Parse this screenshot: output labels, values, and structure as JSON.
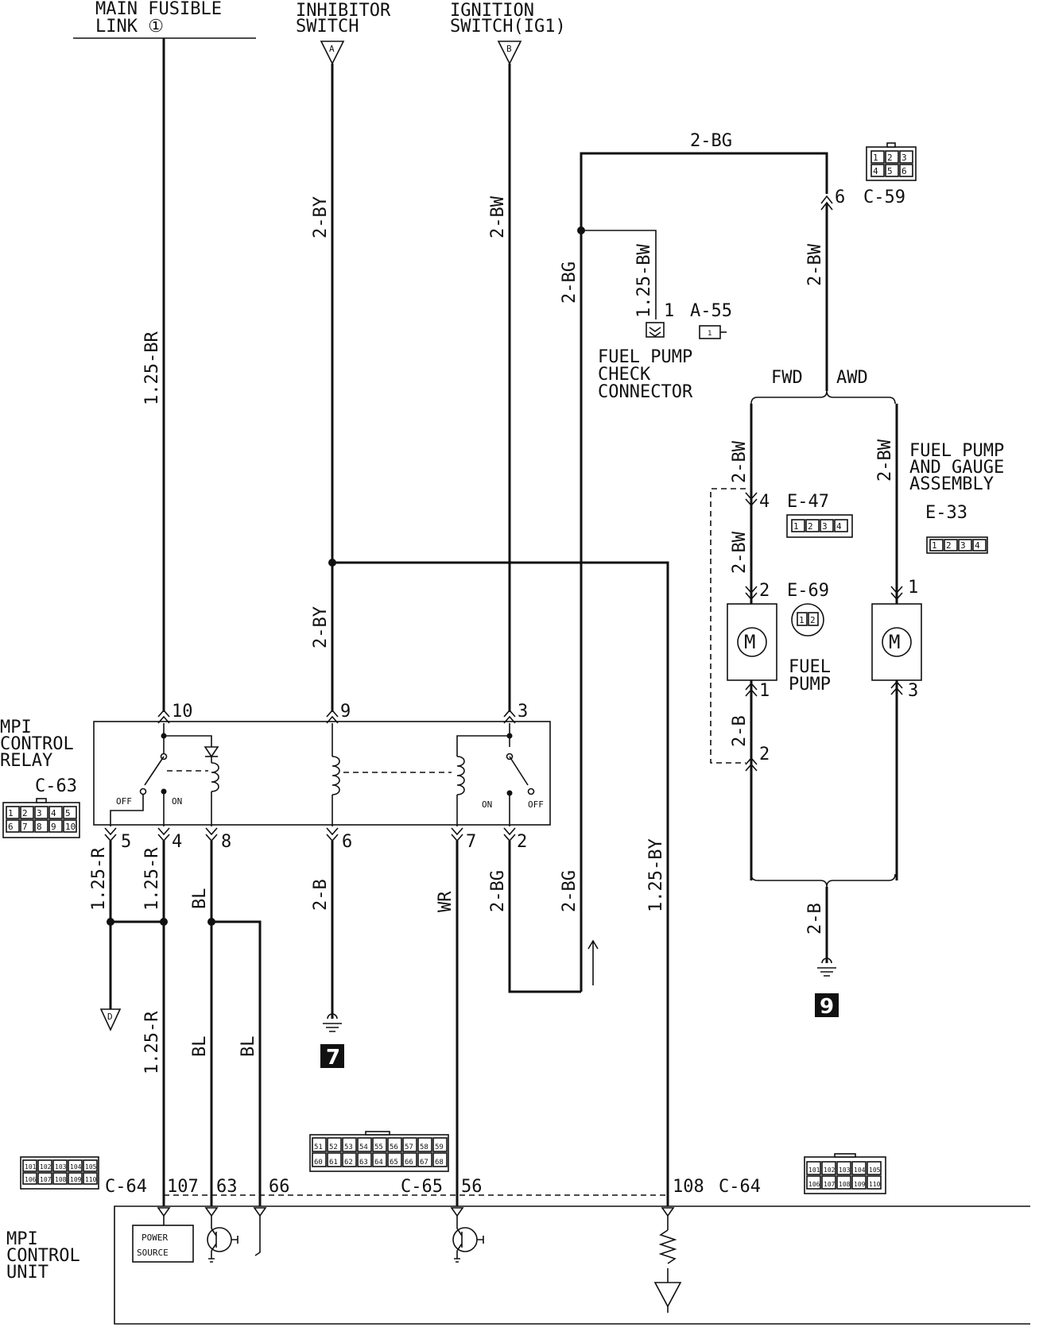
{
  "header": {
    "main_fusible_link": [
      "MAIN FUSIBLE",
      "LINK ①"
    ],
    "inhibitor_switch": [
      "INHIBITOR",
      "SWITCH"
    ],
    "ignition_switch": [
      "IGNITION",
      "SWITCH(IG1)"
    ],
    "terminal_a": "A",
    "terminal_b": "B"
  },
  "wires": {
    "w_125br_a": "1.25-BR",
    "w_2by_a": "2-BY",
    "w_2by_b": "2-BY",
    "w_2bw_ig": "2-BW",
    "w_2bg_top": "2-BG",
    "w_2bg_vert": "2-BG",
    "w_125bw": "1.25-BW",
    "w_2bw_c59": "2-BW",
    "w_2bw_fwd_a": "2-BW",
    "w_2bw_fwd_b": "2-BW",
    "w_2bw_awd": "2-BW",
    "w_2b_fwd": "2-B",
    "w_2b_ground": "2-B",
    "w_125r_5": "1.25-R",
    "w_125r_4": "1.25-R",
    "w_bl_8": "BL",
    "w_2b_6": "2-B",
    "w_wr_7": "WR",
    "w_2bg_2": "2-BG",
    "w_2bg_ret": "2-BG",
    "w_125by": "1.25-BY",
    "w_125r_107": "1.25-R",
    "w_bl_63": "BL",
    "w_bl_66": "BL"
  },
  "connectors": {
    "c59": "C-59",
    "c59_pin": "6",
    "a55": "A-55",
    "a55_pin": "1",
    "e47": "E-47",
    "e47_pin": "4",
    "e69": "E-69",
    "e69_pin": "2",
    "e33": "E-33",
    "fwd_pin_1": "1",
    "fwd_pin_2": "2",
    "awd_pin_1": "1",
    "awd_pin_3": "3",
    "c63": "C-63",
    "c64_left": "C-64",
    "c64_right": "C-64",
    "c65": "C-65"
  },
  "components": {
    "fuel_pump_check_connector": [
      "FUEL PUMP",
      "CHECK",
      "CONNECTOR"
    ],
    "fuel_pump_gauge_assembly": [
      "FUEL PUMP",
      "AND GAUGE",
      "ASSEMBLY"
    ],
    "fuel_pump": [
      "FUEL",
      "PUMP"
    ],
    "fwd": "FWD",
    "awd": "AWD",
    "mpi_control_relay": [
      "MPI",
      "CONTROL",
      "RELAY"
    ],
    "mpi_control_unit": [
      "MPI",
      "CONTROL",
      "UNIT"
    ],
    "power_source": [
      "POWER",
      "SOURCE"
    ],
    "motor_symbol": "M",
    "off": "OFF",
    "on": "ON",
    "terminal_d": "D"
  },
  "relay_pins": {
    "p10": "10",
    "p9": "9",
    "p3": "3",
    "p5": "5",
    "p4": "4",
    "p8": "8",
    "p6": "6",
    "p7": "7",
    "p2": "2"
  },
  "ecu_pins": {
    "p107": "107",
    "p63": "63",
    "p66": "66",
    "p56": "56",
    "p108": "108"
  },
  "grounds": {
    "g7": "7",
    "g9": "9"
  },
  "connector_faces": {
    "c59": [
      "1",
      "2",
      "3",
      "4",
      "5",
      "6"
    ],
    "e47": [
      "1",
      "2",
      "3",
      "4"
    ],
    "e33": [
      "1",
      "2",
      "3",
      "4"
    ],
    "e69": [
      "1",
      "2"
    ],
    "a55": [
      "1"
    ],
    "c63": [
      "1",
      "2",
      "3",
      "4",
      "5",
      "6",
      "7",
      "8",
      "9",
      "10"
    ],
    "c64": [
      "101",
      "102",
      "103",
      "104",
      "105",
      "106",
      "107",
      "108",
      "109",
      "110"
    ],
    "c65": [
      "51",
      "52",
      "53",
      "54",
      "55",
      "56",
      "57",
      "58",
      "59",
      "60",
      "61",
      "62",
      "63",
      "64",
      "65",
      "66",
      "67",
      "68"
    ]
  }
}
